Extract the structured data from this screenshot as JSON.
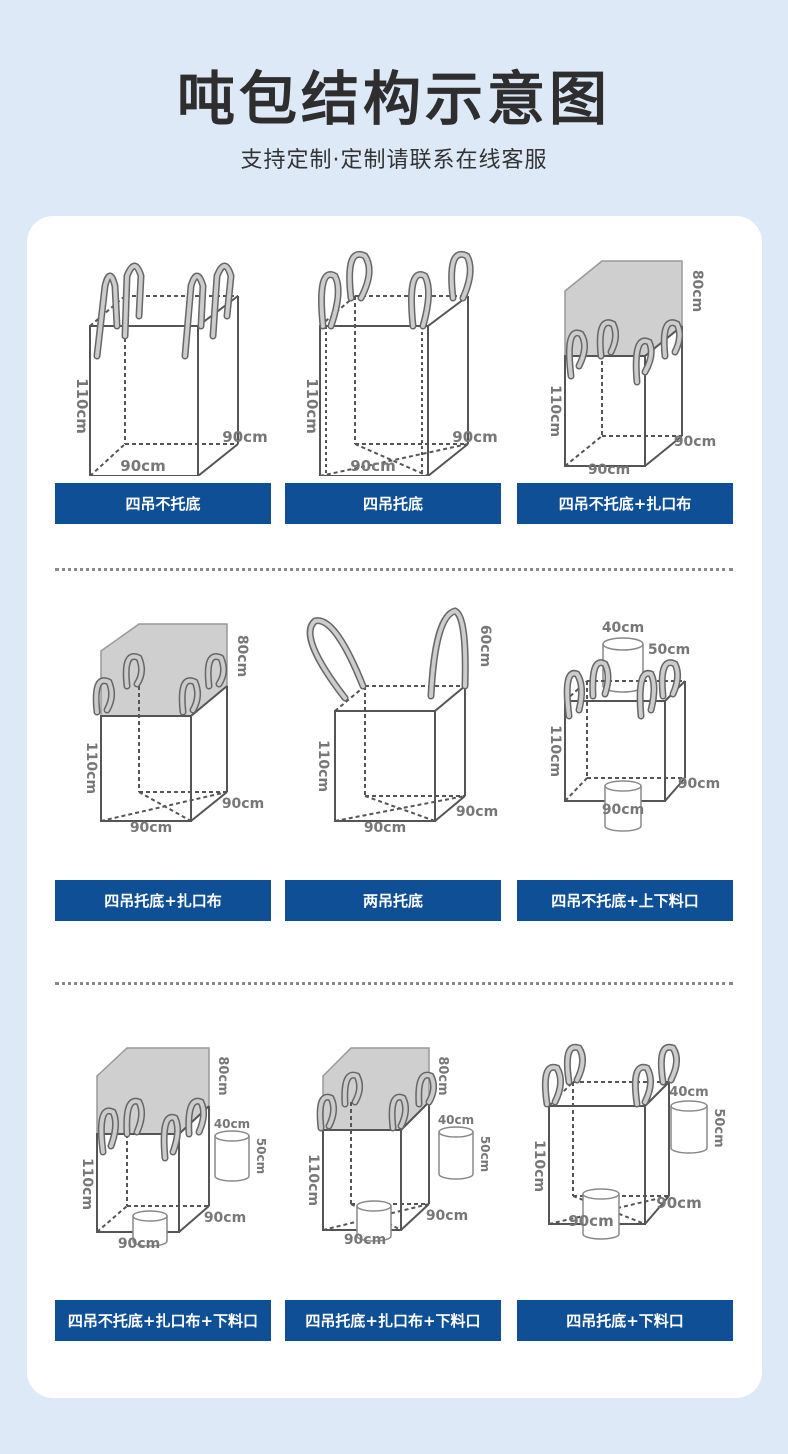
{
  "header": {
    "title": "吨包结构示意图",
    "subtitle": "支持定制·定制请联系在线客服"
  },
  "colors": {
    "accent": "#0f4f96",
    "background": "#dde9f7",
    "card": "#ffffff"
  },
  "diagrams": [
    {
      "label": "四吊不托底",
      "dims": {
        "height": "110cm",
        "width": "90cm",
        "depth": "90cm"
      }
    },
    {
      "label": "四吊托底",
      "dims": {
        "height": "110cm",
        "width": "90cm",
        "depth": "90cm"
      }
    },
    {
      "label": "四吊不托底+扎口布",
      "dims": {
        "height": "110cm",
        "width": "90cm",
        "depth": "90cm",
        "top": "80cm"
      }
    },
    {
      "label": "四吊托底+扎口布",
      "dims": {
        "height": "110cm",
        "width": "90cm",
        "depth": "90cm",
        "top": "80cm"
      }
    },
    {
      "label": "两吊托底",
      "dims": {
        "height": "110cm",
        "width": "90cm",
        "depth": "90cm",
        "loop": "60cm"
      }
    },
    {
      "label": "四吊不托底+上下料口",
      "dims": {
        "height": "110cm",
        "width": "90cm",
        "depth": "90cm",
        "spout_d": "40cm",
        "spout_h": "50cm",
        "bottom": "90cm"
      }
    },
    {
      "label": "四吊不托底+扎口布+下料口",
      "dims": {
        "height": "110cm",
        "width": "90cm",
        "depth": "90cm",
        "top": "80cm",
        "spout_d": "40cm",
        "spout_h": "50cm"
      }
    },
    {
      "label": "四吊托底+扎口布+下料口",
      "dims": {
        "height": "110cm",
        "width": "90cm",
        "depth": "90cm",
        "top": "80cm",
        "spout_d": "40cm",
        "spout_h": "50cm"
      }
    },
    {
      "label": "四吊托底+下料口",
      "dims": {
        "height": "110cm",
        "width": "90cm",
        "depth": "90cm",
        "spout_d": "40cm",
        "spout_h": "50cm"
      }
    }
  ]
}
